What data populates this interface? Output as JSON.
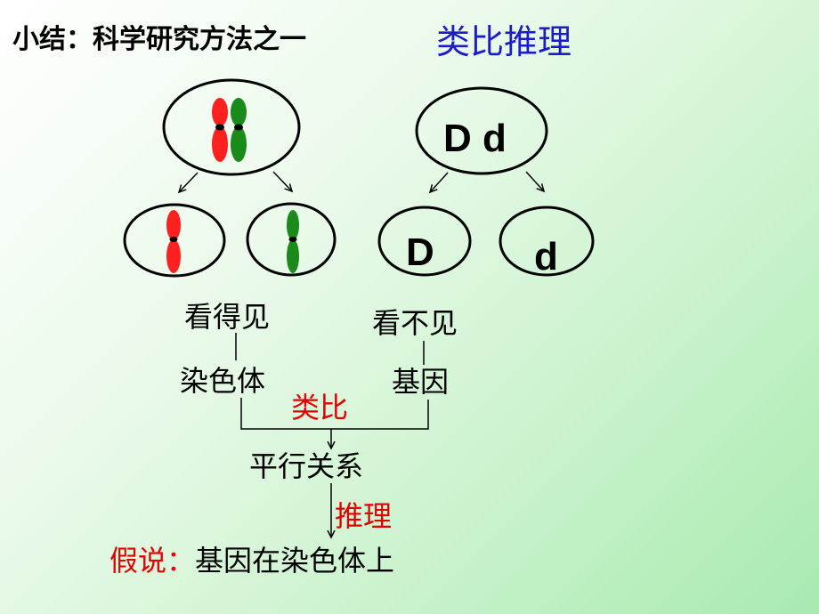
{
  "title": "小结：科学研究方法之一",
  "title_accent": "类比推理",
  "gene_parent": "D d",
  "gene_child_left": "D",
  "gene_child_right": "d",
  "visible_label": "看得见",
  "invisible_label": "看不见",
  "chromosome_label": "染色体",
  "gene_label": "基因",
  "analogy_label": "类比",
  "parallel_label": "平行关系",
  "inference_label": "推理",
  "hypothesis_prefix": "假说：",
  "hypothesis_text": "基因在染色体上",
  "colors": {
    "title_accent": "#1c1cc8",
    "red_text": "#e00000",
    "chromosome_red": "#ff2020",
    "chromosome_green": "#1a8a1a"
  }
}
